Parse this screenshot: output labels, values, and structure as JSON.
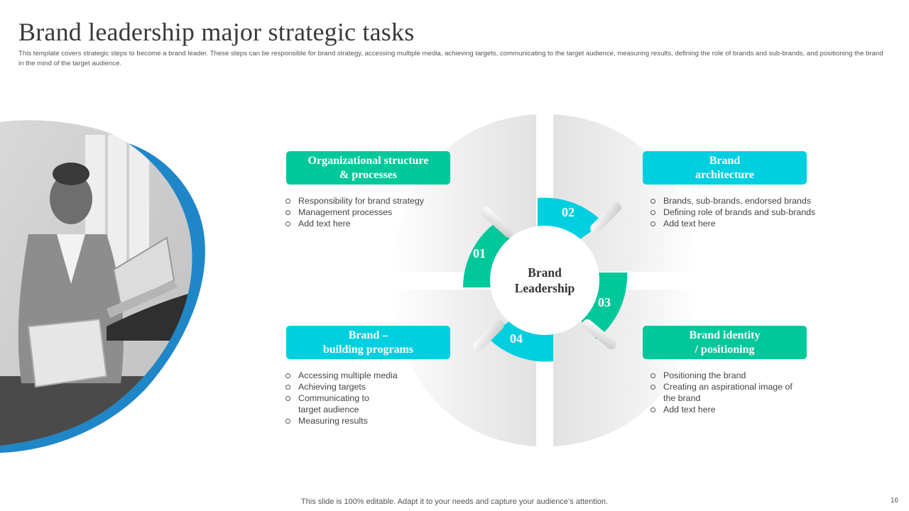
{
  "title": "Brand leadership major strategic tasks",
  "subtitle": "This template covers strategic steps to become a brand leader. These steps can be responsible for brand strategy, accessing multiple media, achieving targets, communicating to the target audience, measuring results, defining the role of brands and sub-brands, and positioning the brand in the mind of the target audience.",
  "center": "Brand\nLeadership",
  "quadrants": [
    {
      "number": "01",
      "heading": "Organizational structure\n& processes",
      "bullets": [
        "Responsibility for brand strategy",
        "Management processes",
        "Add text here"
      ]
    },
    {
      "number": "02",
      "heading": "Brand\narchitecture",
      "bullets": [
        "Brands, sub-brands, endorsed brands",
        "Defining role of brands and sub-brands",
        "Add text here"
      ]
    },
    {
      "number": "03",
      "heading": "Brand identity\n/ positioning",
      "bullets": [
        "Positioning the brand",
        "Creating an aspirational image of",
        "the brand",
        "Add text here"
      ]
    },
    {
      "number": "04",
      "heading": "Brand –\nbuilding programs",
      "bullets": [
        "Accessing multiple media",
        "Achieving targets",
        "Communicating to",
        "target audience",
        "Measuring results"
      ]
    }
  ],
  "footer": "This slide is 100% editable. Adapt it to your needs and capture your audience’s attention.",
  "page_number": "16",
  "colors": {
    "teal": "#00c89a",
    "cyan": "#00cfe0",
    "blob": "#1f86c8",
    "title": "#3a3a3a"
  }
}
